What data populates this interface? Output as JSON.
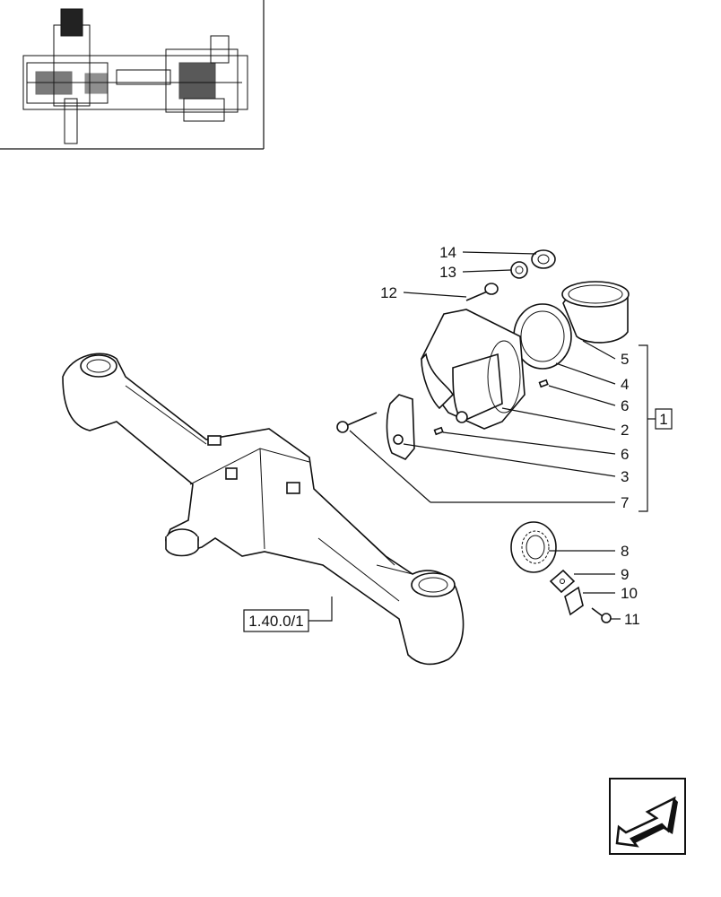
{
  "callouts": [
    {
      "id": "c14",
      "text": "14"
    },
    {
      "id": "c13",
      "text": "13"
    },
    {
      "id": "c12",
      "text": "12"
    },
    {
      "id": "c5",
      "text": "5"
    },
    {
      "id": "c4",
      "text": "4"
    },
    {
      "id": "c6a",
      "text": "6"
    },
    {
      "id": "c2",
      "text": "2"
    },
    {
      "id": "c6b",
      "text": "6"
    },
    {
      "id": "c3",
      "text": "3"
    },
    {
      "id": "c7",
      "text": "7"
    },
    {
      "id": "c8",
      "text": "8"
    },
    {
      "id": "c9",
      "text": "9"
    },
    {
      "id": "c10",
      "text": "10"
    },
    {
      "id": "c11",
      "text": "11"
    }
  ],
  "group_box": {
    "text": "1"
  },
  "reference_box": {
    "text": "1.40.0/1"
  },
  "icons": {
    "thumbnail": "axle-cross-section-thumbnail",
    "nav": "arrow-left-down-icon"
  }
}
